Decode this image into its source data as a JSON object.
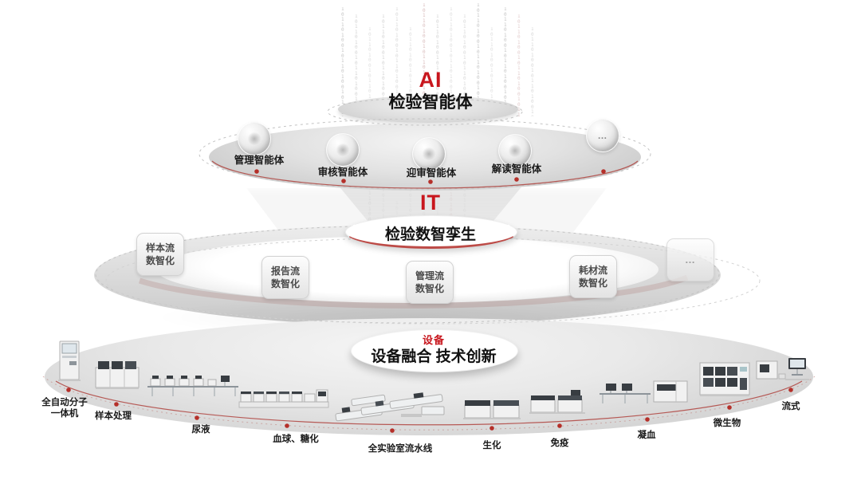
{
  "colors": {
    "accent": "#C8161D",
    "line_red": "#B5302A"
  },
  "decor": {
    "binary": "10110100101101001011010010110100101101"
  },
  "ai": {
    "tag": "AI",
    "title": "检验智能体",
    "items": [
      {
        "label": "管理智能体"
      },
      {
        "label": "审核智能体"
      },
      {
        "label": "迎审智能体"
      },
      {
        "label": "解读智能体"
      }
    ],
    "more_label": "…"
  },
  "it": {
    "tag": "IT",
    "title": "检验数智孪生",
    "items": [
      {
        "label": "样本流\n数智化"
      },
      {
        "label": "报告流\n数智化"
      },
      {
        "label": "管理流\n数智化"
      },
      {
        "label": "耗材流\n数智化"
      },
      {
        "label": "…"
      }
    ]
  },
  "device": {
    "tag": "设备",
    "title": "设备融合 技术创新",
    "items": [
      {
        "label": "全自动分子\n一体机"
      },
      {
        "label": "样本处理"
      },
      {
        "label": "尿液"
      },
      {
        "label": "血球、糖化"
      },
      {
        "label": "全实验室流水线"
      },
      {
        "label": "生化"
      },
      {
        "label": "免疫"
      },
      {
        "label": "凝血"
      },
      {
        "label": "微生物"
      },
      {
        "label": "流式"
      }
    ]
  }
}
